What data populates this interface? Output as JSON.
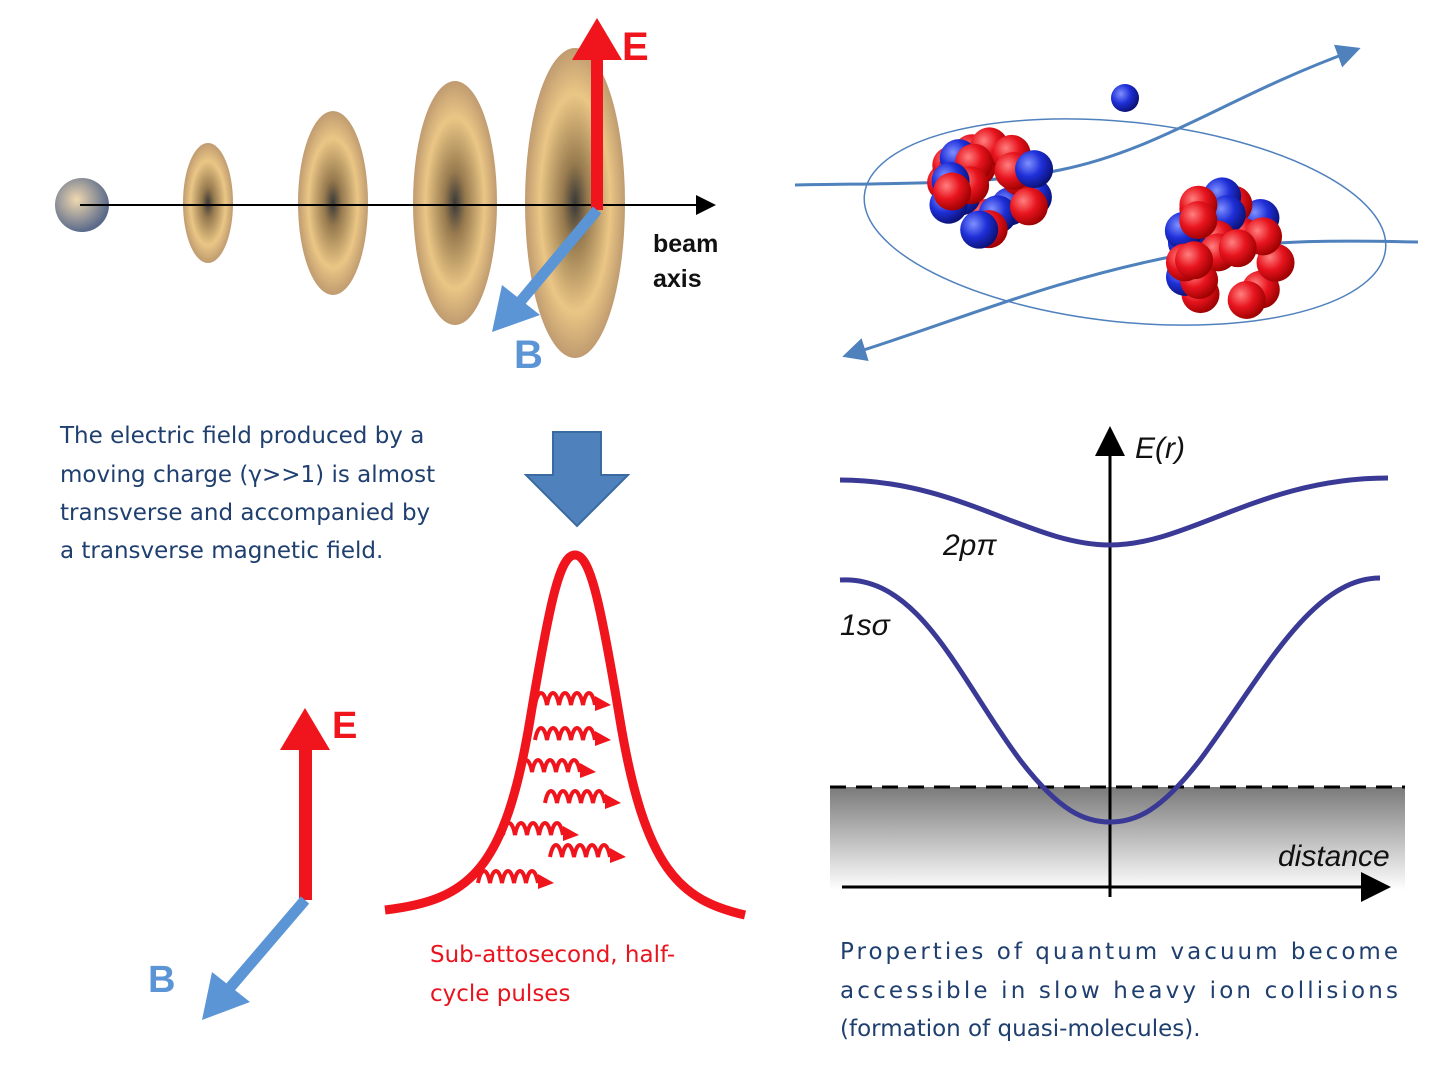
{
  "colors": {
    "field_e": "#f0141c",
    "field_b": "#5b95d6",
    "text_blue": "#1f3f6f",
    "curve": "#3a3a96",
    "proton": "#e8141e",
    "neutron": "#1e2fd8"
  },
  "top_left": {
    "e_label": "E",
    "b_label": "B",
    "beam_axis": [
      "beam",
      "axis"
    ],
    "description": [
      "The electric field produced by a",
      "moving charge (γ>>1) is almost",
      "transverse and accompanied by",
      "a transverse  magnetic field."
    ]
  },
  "bottom_left": {
    "e_label": "E",
    "b_label": "B",
    "caption": [
      "Sub-attosecond, half-",
      "cycle pulses"
    ]
  },
  "graph": {
    "y_label": "E(r)",
    "x_label": "distance",
    "curve_upper": "2pπ",
    "curve_lower": "1sσ"
  },
  "bottom_right": {
    "caption": [
      "Properties  of  quantum  vacuum  become",
      "accessible  in  slow  heavy  ion  collisions",
      "(formation of quasi-molecules)."
    ]
  }
}
